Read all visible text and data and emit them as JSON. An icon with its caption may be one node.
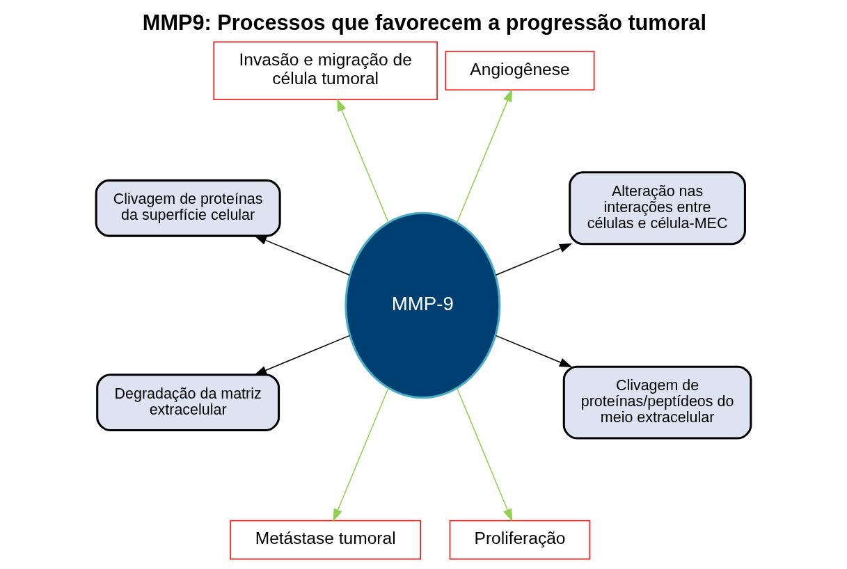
{
  "diagram": {
    "title": "MMP9: Processos que favorecem a progressão tumoral",
    "nodes": [
      {
        "text": [
          "Alteração nas interações entre células e célula-MEC"
        ]
      },
      {
        "text": [
          "Angiogênese"
        ]
      },
      {
        "text": [
          "Invasão e migração de célula tumoral"
        ]
      },
      {
        "text": [
          "Clivagem de proteínas da superfície celular"
        ]
      },
      {
        "text": [
          "MMP-9"
        ]
      },
      {
        "text": [
          "Degradação da matriz extracelular"
        ]
      },
      {
        "text": [
          "Metástase tumoral"
        ]
      },
      {
        "text": [
          "Proliferação"
        ]
      },
      {
        "text": [
          "Clivagem de proteínas/peptídeos do meio extracelular"
        ]
      }
    ],
    "edges": [
      {
        "from": 4,
        "to": 0,
        "arrow": "to"
      },
      {
        "from": 4,
        "to": 1,
        "arrow": "to",
        "color": "#92d050"
      },
      {
        "from": 4,
        "to": 2,
        "arrow": "to",
        "color": "#92d050"
      },
      {
        "from": 4,
        "to": 3,
        "arrow": "to"
      },
      {
        "from": 4,
        "to": 5,
        "arrow": "to"
      },
      {
        "from": 4,
        "to": 6,
        "arrow": "to",
        "color": "#92d050"
      },
      {
        "from": 4,
        "to": 7,
        "arrow": "to",
        "color": "#92d050"
      },
      {
        "from": 4,
        "to": 8,
        "arrow": "to"
      }
    ]
  }
}
